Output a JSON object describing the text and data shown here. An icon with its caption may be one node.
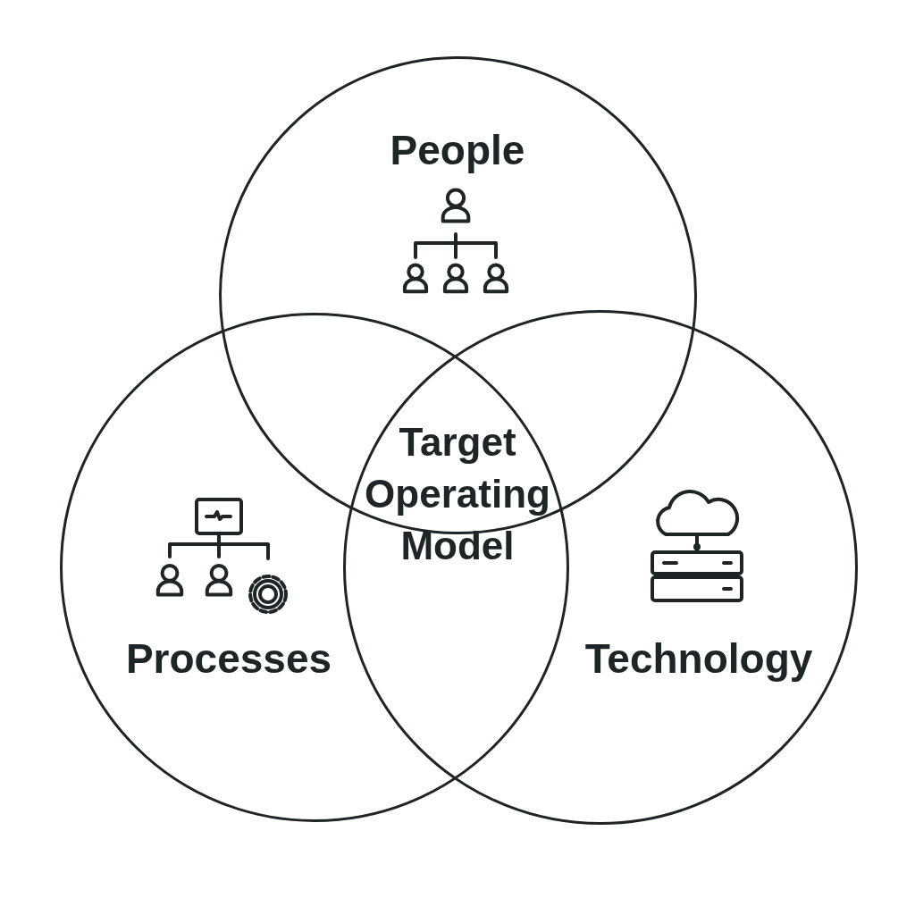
{
  "diagram": {
    "nodes": [
      {
        "text": [
          "People"
        ]
      },
      {
        "text": [
          "Processes"
        ]
      },
      {
        "text": [
          "Technology"
        ]
      }
    ],
    "edges": [],
    "labels": [
      "Target Operating Model"
    ]
  }
}
